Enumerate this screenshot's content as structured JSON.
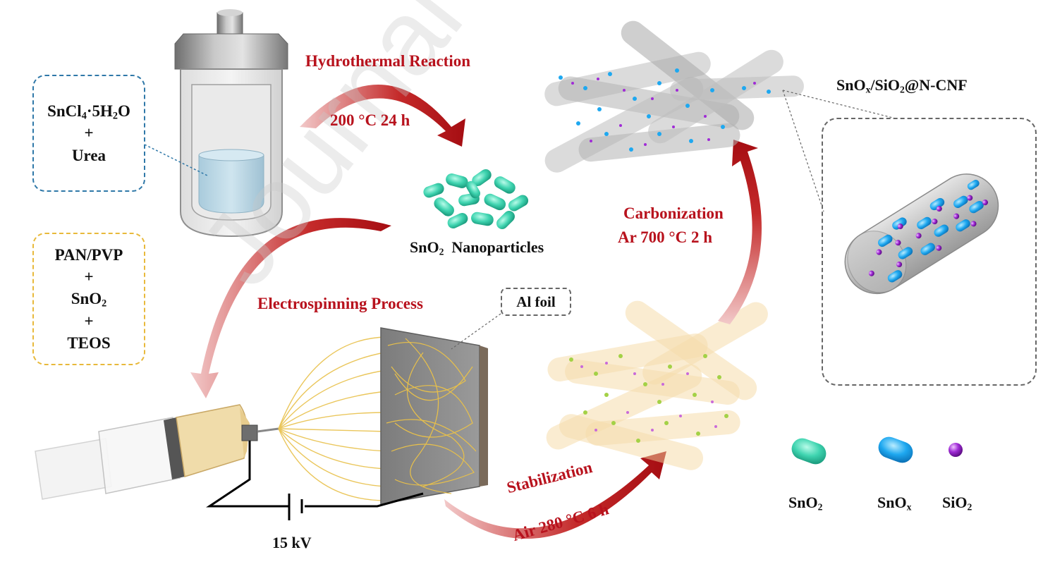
{
  "watermark": "Journal Pre-proof",
  "steps": {
    "hydrothermal": {
      "title": "Hydrothermal Reaction",
      "condition": "200 °C  24 h"
    },
    "electrospinning": {
      "title": "Electrospinning Process"
    },
    "stabilization": {
      "title": "Stabilization",
      "condition": "Air   280 °C  6 h"
    },
    "carbonization": {
      "title": "Carbonization",
      "condition": "Ar   700 °C  2 h"
    }
  },
  "precursor_box_1": {
    "line1_main": "SnCl",
    "line1_sub": "4",
    "line1_rest": "·5H",
    "line1_sub2": "2",
    "line1_end": "O",
    "plus": "+",
    "line2": "Urea"
  },
  "precursor_box_2": {
    "line1": "PAN/PVP",
    "plus1": "+",
    "line2_main": "SnO",
    "line2_sub": "2",
    "plus2": "+",
    "line3": "TEOS"
  },
  "labels": {
    "nanoparticles_main": "SnO",
    "nanoparticles_sub": "2",
    "nanoparticles_rest": "  Nanoparticles",
    "al_foil": "Al foil",
    "voltage": "15 kV",
    "product_a": "SnO",
    "product_sub_a": "x",
    "product_b": "/SiO",
    "product_sub_b": "2",
    "product_c": "@N-CNF"
  },
  "legend": [
    {
      "main": "SnO",
      "sub": "2",
      "color": "#3fd4b0"
    },
    {
      "main": "SnO",
      "sub": "x",
      "color": "#1ea8f0"
    },
    {
      "main": "SiO",
      "sub": "2",
      "color": "#a02bd6"
    }
  ]
}
